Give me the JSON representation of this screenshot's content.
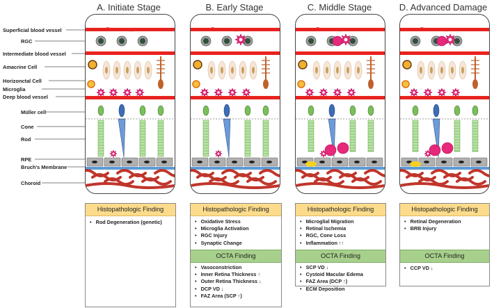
{
  "stages": [
    {
      "title": "A. Initiate Stage"
    },
    {
      "title": "B. Early Stage"
    },
    {
      "title": "C. Middle Stage"
    },
    {
      "title": "D. Advanced Damage"
    }
  ],
  "layer_labels": [
    "Superficial blood vessel",
    "RGC",
    "Intermediate blood vessel",
    "Amacrine Cell",
    "Horizonctal Cell",
    "Microglia",
    "Deep blood vessel",
    "Müller cell",
    "Cone",
    "Rod",
    "RPE",
    "Bruch's Membrane",
    "Choroid"
  ],
  "histo_header": "Histopathologic Finding",
  "octa_header": "OCTA Finding",
  "findings": {
    "A": {
      "histo": [
        "Rod Degeneration (genetic)"
      ]
    },
    "B": {
      "histo": [
        "Oxidative Stress",
        "Microglia Activation",
        "RGC Injury",
        "Synaptic Change"
      ],
      "octa": [
        "Vasoconstriction",
        "Inner Retina Thickness ↑",
        "Outer Retina Thickness ↓",
        "DCP VD ↓",
        "FAZ Area (SCP ↑)"
      ]
    },
    "C": {
      "histo": [
        "Microglial Migration",
        "Retinal Ischemia",
        "RGC, Cone Loss",
        "Inflammation ↑↑"
      ],
      "octa": [
        "SCP VD ↓",
        "Cystoid Macular Edema",
        "FAZ Area (DCP ↑)",
        "ECM Deposition"
      ]
    },
    "D": {
      "histo": [
        "Retinal Degeneration",
        "BRB Injury"
      ],
      "octa": [
        "CCP VD ↓"
      ]
    }
  },
  "colors": {
    "vessel": "#e8231f",
    "rgc": "#2f4f3a",
    "microglia": "#e8287a",
    "muller": "#7bbf5a",
    "cone": "#3d6db5",
    "rod": "#b9e4a6",
    "rpe": "#b0b0b0",
    "bruch": "#5b9bd5",
    "choroid": "#c0352b",
    "histo_header": "#fcdc8c",
    "octa_header": "#a7d08c"
  }
}
